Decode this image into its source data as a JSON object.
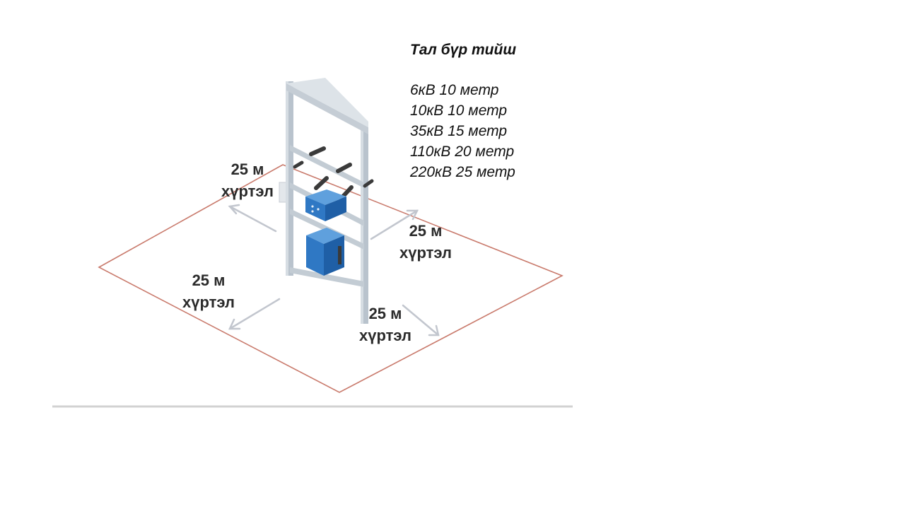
{
  "distance_labels": [
    {
      "value": "25 м",
      "caption": "хүртэл"
    },
    {
      "value": "25 м",
      "caption": "хүртэл"
    },
    {
      "value": "25 м",
      "caption": "хүртэл"
    },
    {
      "value": "25 м",
      "caption": "хүртэл"
    }
  ],
  "legend": {
    "title": "Тал бүр тийш",
    "rows": [
      "6кВ 10 метр",
      "10кВ 10 метр",
      "35кВ 15 метр",
      "110кВ 20 метр",
      "220кВ 25 метр"
    ]
  },
  "colors": {
    "zone_border": "#c97a6c",
    "structure": "#b9c3cd",
    "equipment": "#2f78c4",
    "arrow": "#c2c6ce",
    "baseline": "#d2d2d2"
  }
}
